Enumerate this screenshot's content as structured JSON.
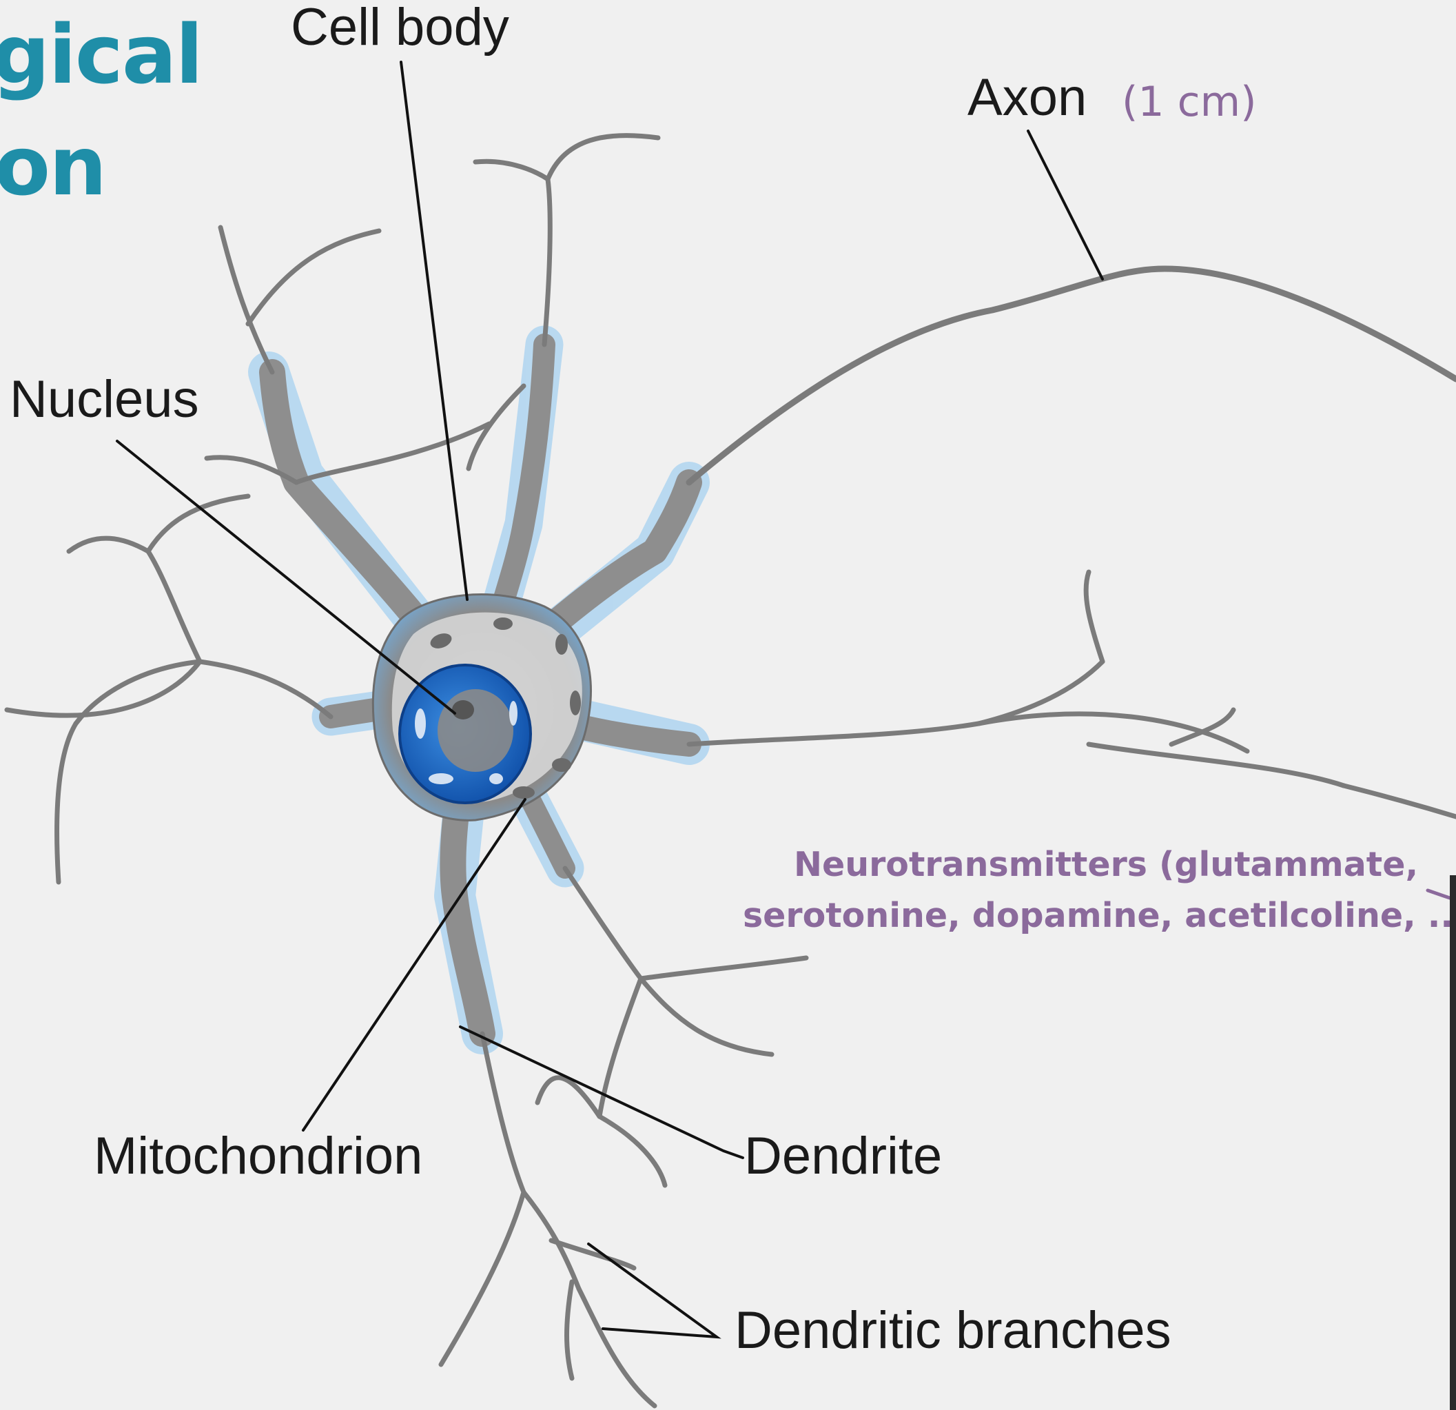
{
  "title": {
    "line1": "gical",
    "line2": "on",
    "color": "#1f8ea8"
  },
  "labels": {
    "cell_body": "Cell body",
    "axon": "Axon",
    "axon_length": "(1 cm)",
    "nucleus": "Nucleus",
    "mitochondrion": "Mitochondrion",
    "dendrite": "Dendrite",
    "dendritic_branches": "Dendritic branches"
  },
  "note": {
    "line1": "Neurotransmitters (glutammate,",
    "line2": "serotonine, dopamine, acetilcoline, ...)"
  },
  "colors": {
    "accent_purple": "#8b6a9c",
    "neuron_gray": "#8f8f8f",
    "neuron_blue": "#3f9ad8",
    "nucleus_blue": "#1769c8",
    "background": "#f0f0f0"
  }
}
